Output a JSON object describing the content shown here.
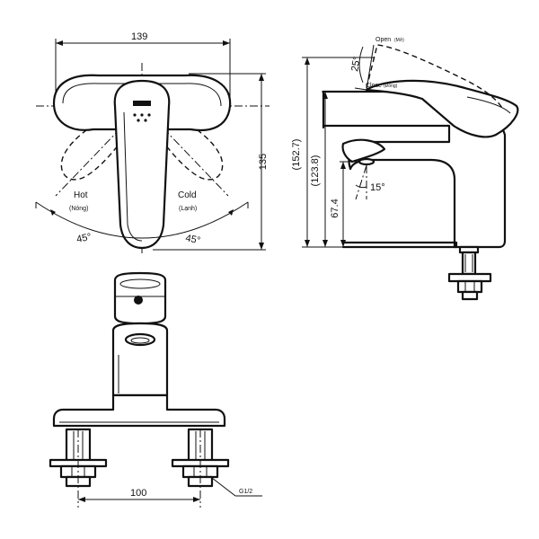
{
  "top_view": {
    "width_dim": "139",
    "height_dim": "135",
    "hot_label": "Hot",
    "hot_sub": "(Nóng)",
    "cold_label": "Cold",
    "cold_sub": "(Lạnh)",
    "angle_left": "45°",
    "angle_right": "45°"
  },
  "side_view": {
    "open_label": "Open",
    "open_sub": "(Mở)",
    "close_label": "Close",
    "close_sub": "(Đóng)",
    "handle_angle": "25°",
    "spout_angle": "15°",
    "overall_height_dim": "(152.7)",
    "closed_height_dim": "(123.8)",
    "spout_height_dim": "67.4"
  },
  "front_view": {
    "spacing_dim": "100",
    "thread_label": "G1/2"
  }
}
